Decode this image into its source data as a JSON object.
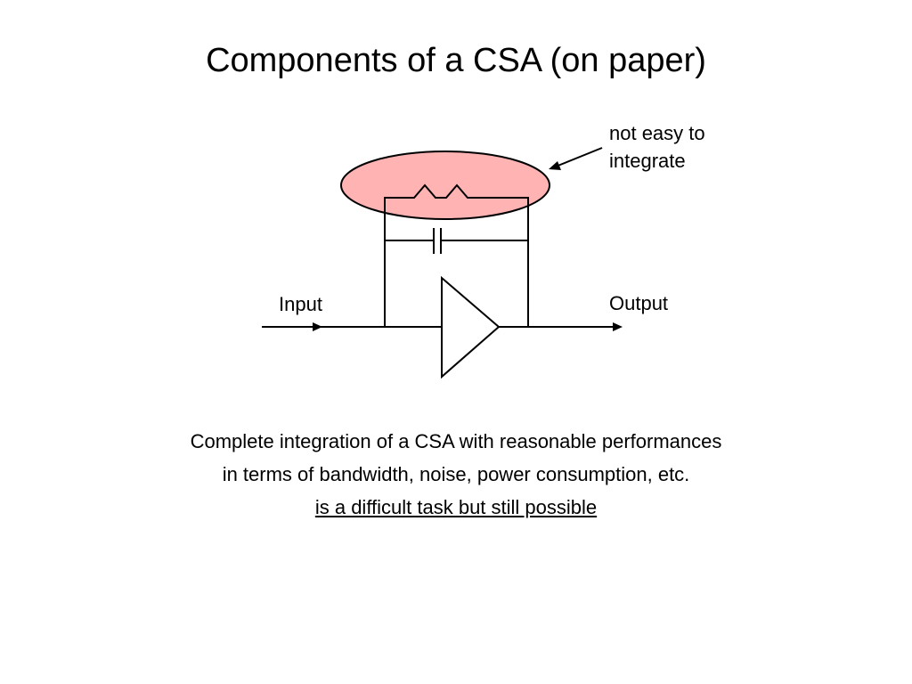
{
  "title": "Components of a CSA (on paper)",
  "diagram": {
    "input_label": "Input",
    "output_label": "Output",
    "note_label": "not easy to integrate",
    "highlight_color": "#ffb3b3",
    "stroke_color": "#000000",
    "components": [
      "feedback-resistor",
      "feedback-capacitor",
      "amplifier-triangle"
    ]
  },
  "body": {
    "line1": "Complete integration of a CSA with reasonable performances",
    "line2": "in terms of bandwidth, noise, power consumption, etc.",
    "line3": "is a difficult task but still possible"
  }
}
